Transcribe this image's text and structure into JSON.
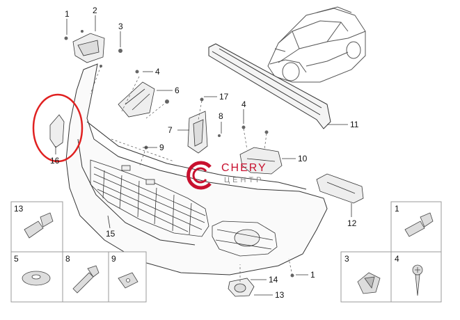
{
  "callouts": {
    "c1_top": "1",
    "c2": "2",
    "c3": "3",
    "c4_top": "4",
    "c6": "6",
    "c17": "17",
    "c8": "8",
    "c4_right": "4",
    "c7": "7",
    "c9": "9",
    "c10": "10",
    "c11": "11",
    "c12": "12",
    "c15": "15",
    "c16": "16",
    "c1_bottom": "1",
    "c14": "14",
    "c13_bottom": "13"
  },
  "boxes": {
    "b13": "13",
    "b5": "5",
    "b8": "8",
    "b9": "9",
    "b1": "1",
    "b3": "3",
    "b4": "4"
  },
  "watermark": {
    "name": "CHERY",
    "sub": "ЦЕНТР"
  },
  "colors": {
    "highlight": "#e02020",
    "logo": "#c8102e",
    "line": "#333333"
  }
}
